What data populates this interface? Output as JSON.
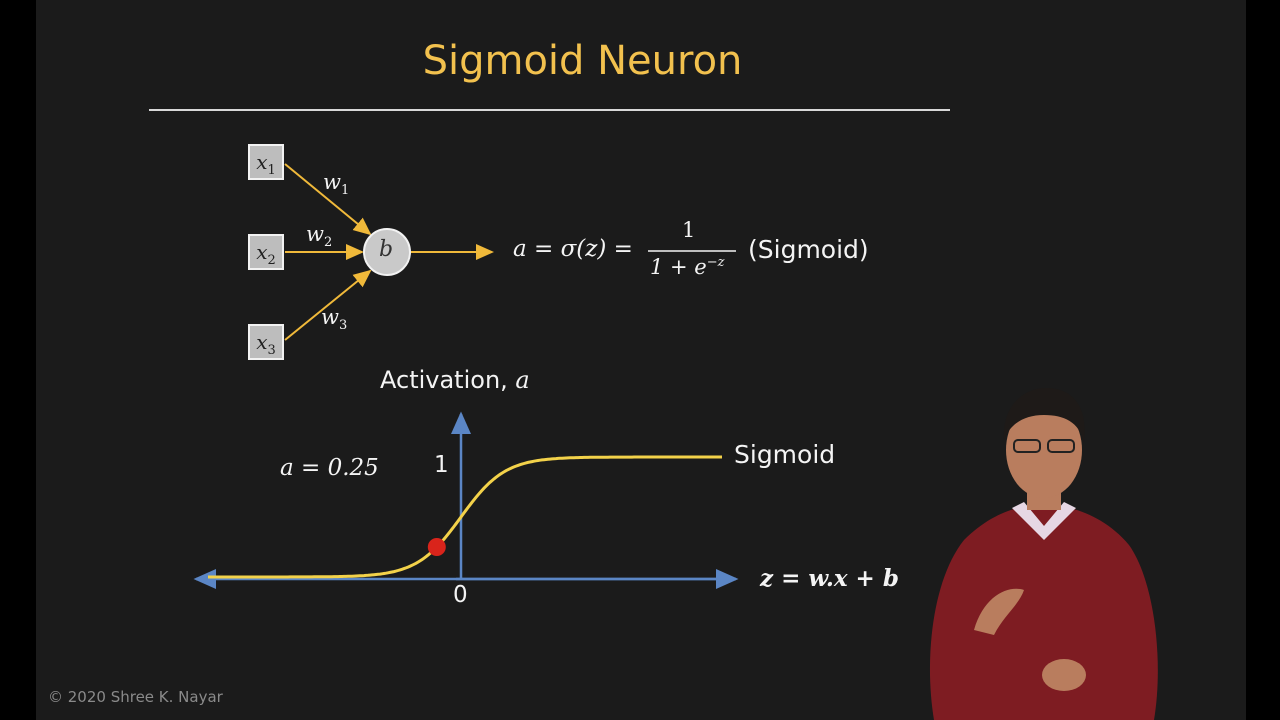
{
  "slide": {
    "title": "Sigmoid Neuron",
    "copyright": "© 2020 Shree K. Nayar"
  },
  "network": {
    "inputs": [
      {
        "var": "x",
        "sub": "1"
      },
      {
        "var": "x",
        "sub": "2"
      },
      {
        "var": "x",
        "sub": "3"
      }
    ],
    "weights": [
      {
        "var": "w",
        "sub": "1"
      },
      {
        "var": "w",
        "sub": "2"
      },
      {
        "var": "w",
        "sub": "3"
      }
    ],
    "bias": "b"
  },
  "equation": {
    "lhs": "a = σ(z) =",
    "numerator": "1",
    "denominator_base": "1 + e",
    "denominator_exp": "−z",
    "label": "(Sigmoid)"
  },
  "plot": {
    "ylabel": "Activation,",
    "ylabel_var": "a",
    "ytick_one": "1",
    "xtick_zero": "0",
    "curve_label": "Sigmoid",
    "xlabel": "z = w.x + b",
    "current_value_label": "a = 0.25",
    "current_point": {
      "a": 0.25
    }
  },
  "colors": {
    "background": "#1b1b1b",
    "title": "#f2c14e",
    "arrow": "#f0b93a",
    "curve": "#f3d24a",
    "axis": "#5b86c5",
    "point": "#d9241b"
  }
}
